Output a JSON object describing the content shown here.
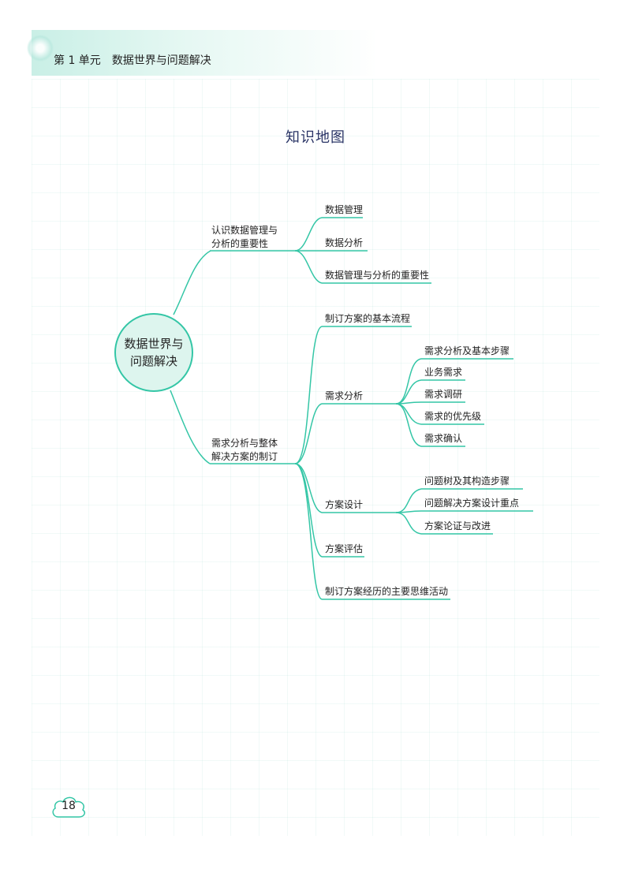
{
  "header": {
    "unit": "第 1 单元",
    "title": "数据世界与问题解决"
  },
  "page_title": "知识地图",
  "mind_map": {
    "root": [
      "数据世界与",
      "问题解决"
    ],
    "branch1": {
      "label": [
        "认识数据管理与",
        "分析的重要性"
      ],
      "children": [
        "数据管理",
        "数据分析",
        "数据管理与分析的重要性"
      ]
    },
    "branch2": {
      "label": [
        "需求分析与整体",
        "解决方案的制订"
      ],
      "children": {
        "flow": "制订方案的基本流程",
        "req": "需求分析",
        "req_children": [
          "需求分析及基本步骤",
          "业务需求",
          "需求调研",
          "需求的优先级",
          "需求确认"
        ],
        "design": "方案设计",
        "design_children": [
          "问题树及其构造步骤",
          "问题解决方案设计重点",
          "方案论证与改进"
        ],
        "eval": "方案评估",
        "thinking": "制订方案经历的主要思维活动"
      }
    }
  },
  "colors": {
    "line": "#34c6a6",
    "root_fill": "#ddf5ee",
    "title": "#2a3466"
  },
  "page_number": "18"
}
